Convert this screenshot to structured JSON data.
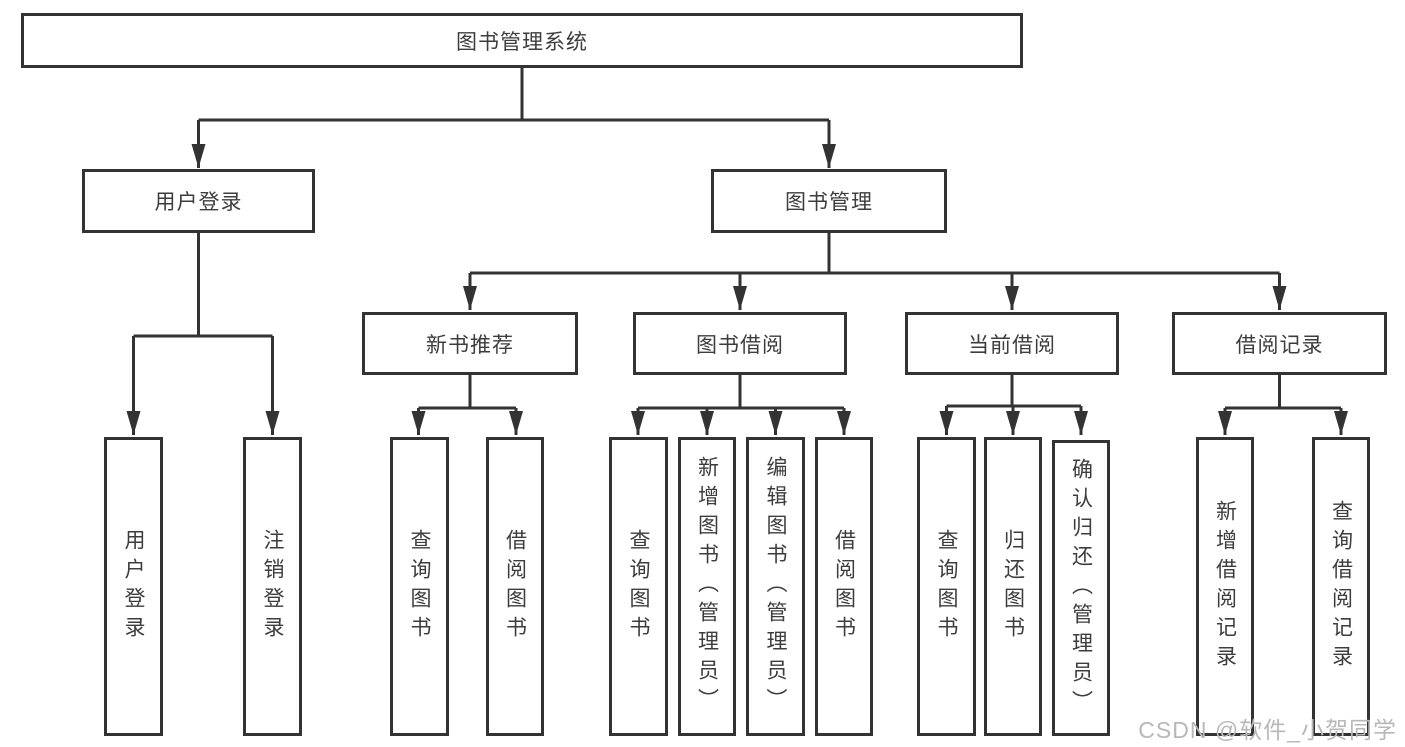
{
  "diagram": {
    "root": {
      "label": "图书管理系统"
    },
    "branches": [
      {
        "label": "用户登录",
        "children": [
          {
            "label": "用户登录"
          },
          {
            "label": "注销登录"
          }
        ]
      },
      {
        "label": "图书管理",
        "children": [
          {
            "label": "新书推荐",
            "children": [
              {
                "label": "查询图书"
              },
              {
                "label": "借阅图书"
              }
            ]
          },
          {
            "label": "图书借阅",
            "children": [
              {
                "label": "查询图书"
              },
              {
                "label": "新增图书（管理员）"
              },
              {
                "label": "编辑图书（管理员）"
              },
              {
                "label": "借阅图书"
              }
            ]
          },
          {
            "label": "当前借阅",
            "children": [
              {
                "label": "查询图书"
              },
              {
                "label": "归还图书"
              },
              {
                "label": "确认归还（管理员）"
              }
            ]
          },
          {
            "label": "借阅记录",
            "children": [
              {
                "label": "新增借阅记录"
              },
              {
                "label": "查询借阅记录"
              }
            ]
          }
        ]
      }
    ]
  },
  "watermark": {
    "text": "CSDN @软件_小贺同学"
  },
  "colors": {
    "line": "#333333",
    "text": "#3d3d3d",
    "background": "#ffffff",
    "watermark": "#b8b8b8"
  }
}
